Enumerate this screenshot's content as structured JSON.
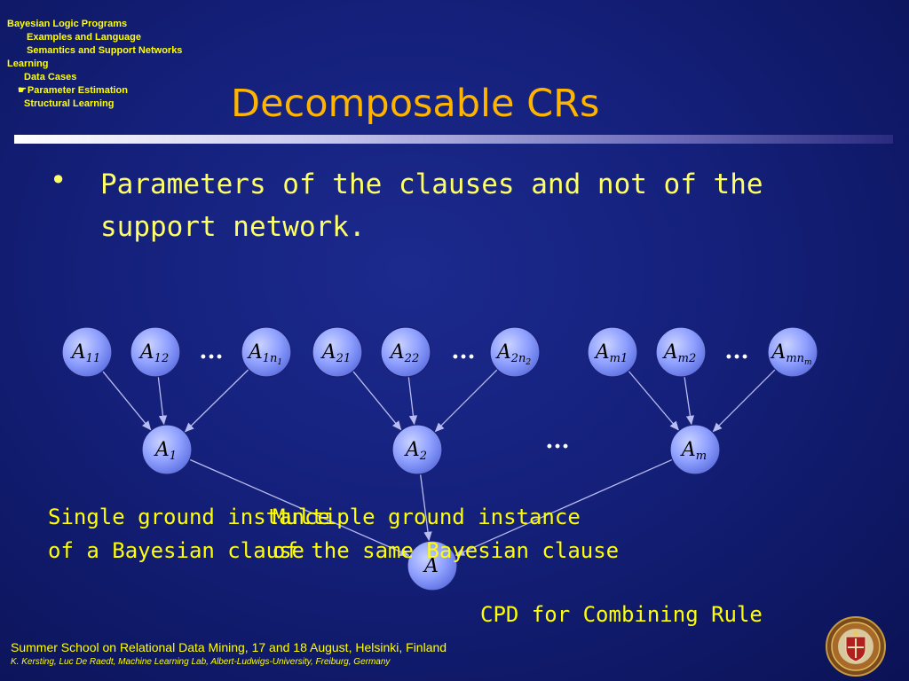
{
  "nav": {
    "items": [
      {
        "label": "Bayesian Logic Programs",
        "level": 1
      },
      {
        "label": "Examples and Language",
        "level": 2
      },
      {
        "label": "Semantics  and Support Networks",
        "level": 2
      },
      {
        "label": "Learning",
        "level": 1
      },
      {
        "label": "Data Cases",
        "level": 2
      },
      {
        "label": "Parameter Estimation",
        "level": 2,
        "current": true
      },
      {
        "label": "Structural Learning",
        "level": 2
      }
    ],
    "current_marker": "☛"
  },
  "title": "Decomposable CRs",
  "bullet": {
    "marker": "•",
    "text": "Parameters of the clauses and not of the support network."
  },
  "diagram": {
    "ellipsis": "...",
    "groups": [
      {
        "parents": [
          [
            "11",
            ""
          ],
          [
            "12",
            ""
          ],
          [
            "1n",
            "1"
          ]
        ],
        "child": "1"
      },
      {
        "parents": [
          [
            "21",
            ""
          ],
          [
            "22",
            ""
          ],
          [
            "2n",
            "2"
          ]
        ],
        "child": "2"
      },
      {
        "parents": [
          [
            "m1",
            ""
          ],
          [
            "m2",
            ""
          ],
          [
            "mn",
            "m"
          ]
        ],
        "child": "m"
      }
    ],
    "root_label": "A",
    "var_letter": "A"
  },
  "captions": {
    "single": [
      "Single ground instance",
      "of a Bayesian clause"
    ],
    "multiple": [
      "Multiple ground instance",
      "of the same Bayesian clause"
    ],
    "cpd": "CPD for Combining Rule"
  },
  "footer": {
    "line1": "Summer School on Relational Data Mining, 17 and 18 August, Helsinki, Finland",
    "line2": "K. Kersting, Luc De Raedt, Machine Learning Lab, Albert-Ludwigs-University, Freiburg, Germany"
  },
  "colors": {
    "title": "#ffb400",
    "text": "#ffff00",
    "node_fill": "#8fa0ff"
  },
  "logo_icon": "university-seal-icon"
}
